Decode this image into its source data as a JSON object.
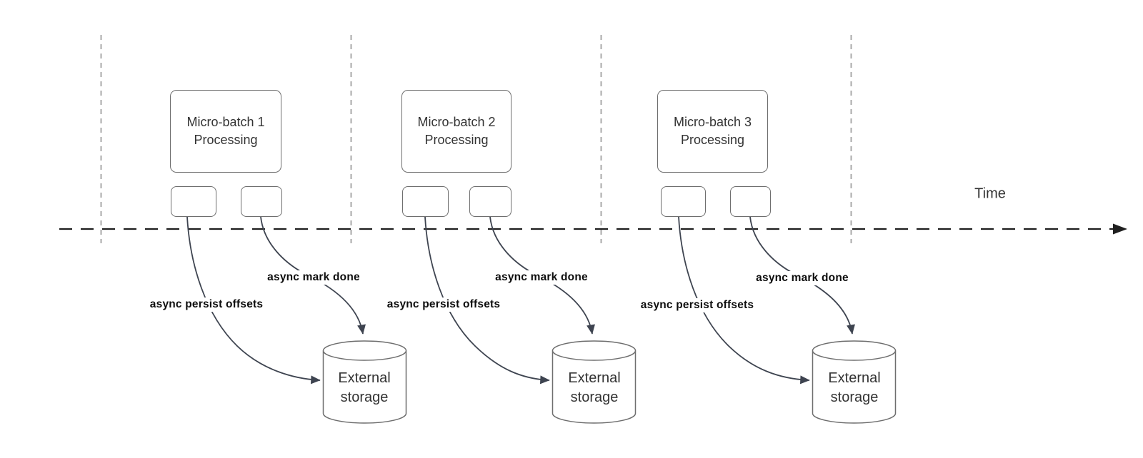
{
  "time_axis": {
    "label": "Time"
  },
  "groups": [
    {
      "process_box": "Micro-batch 1\nProcessing",
      "persist_arrow": "async persist offsets",
      "done_arrow": "async mark done",
      "storage": "External\nstorage"
    },
    {
      "process_box": "Micro-batch 2\nProcessing",
      "persist_arrow": "async persist offsets",
      "done_arrow": "async mark done",
      "storage": "External\nstorage"
    },
    {
      "process_box": "Micro-batch 3\nProcessing",
      "persist_arrow": "async persist offsets",
      "done_arrow": "async mark done",
      "storage": "External\nstorage"
    }
  ],
  "colors": {
    "shape_stroke": "#6e6e6e",
    "guide_stroke": "#a9a9a9",
    "axis_stroke": "#1f1f1f",
    "edge_stroke": "#3e4450",
    "shape_text": "#333333",
    "edge_label_text": "#0d0d0d"
  }
}
